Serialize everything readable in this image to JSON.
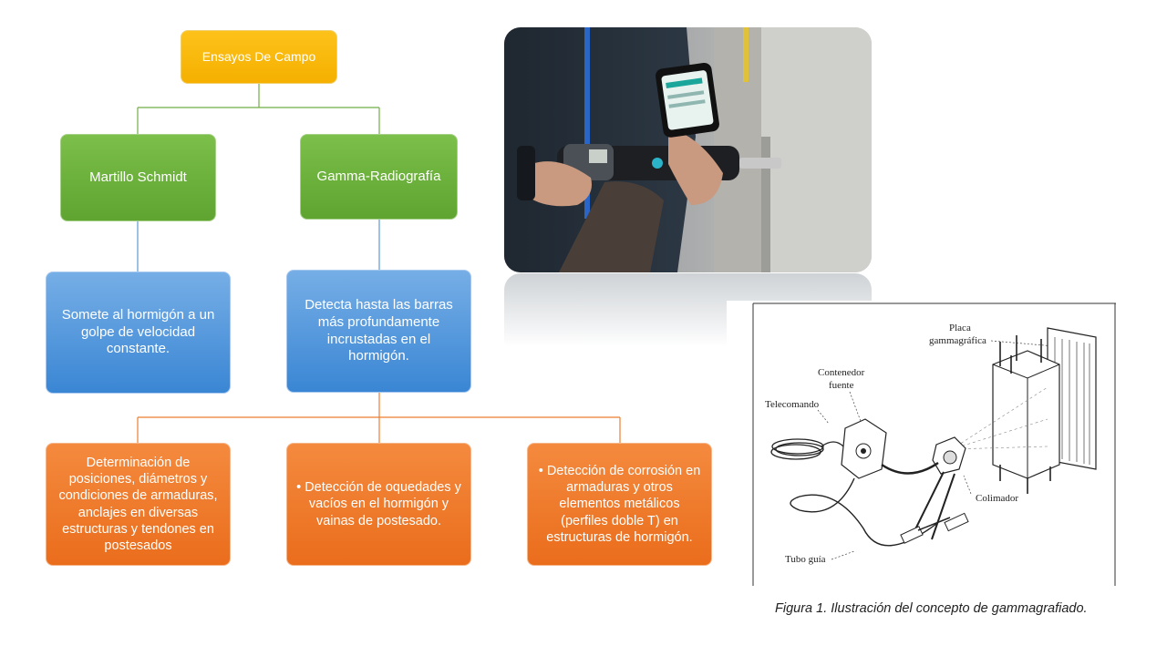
{
  "diagram": {
    "root": "Ensayos De Campo",
    "level2": [
      "Martillo Schmidt",
      "Gamma-Radiografía"
    ],
    "level3": [
      "Somete al hormigón a un golpe de velocidad constante.",
      "Detecta hasta las barras más profundamente incrustadas en el hormigón."
    ],
    "level4": [
      "Determinación de posiciones, diámetros y condiciones de armaduras, anclajes en diversas estructuras y tendones en postesados",
      "• Detección de oquedades y vacíos en el hormigón y vainas de postesado.",
      "• Detección de corrosión en armaduras y otros elementos metálicos (perfiles doble T) en estructuras de hormigón."
    ]
  },
  "colors": {
    "root": "#f7b500",
    "level2": "#6aad3a",
    "level3": "#4a90d9",
    "level4": "#ef7a2a",
    "connector_green": "#70ad47",
    "connector_blue": "#5b9bd5",
    "connector_orange": "#ed7d31"
  },
  "figure": {
    "labels": {
      "placa": "Placa",
      "placa2": "gammagráfica",
      "contenedor": "Contenedor",
      "contenedor2": "fuente",
      "telecomando": "Telecomando",
      "colimador": "Colimador",
      "tubo": "Tubo guía"
    },
    "caption": "Figura 1. Ilustración del concepto de gammagrafiado."
  },
  "photo": {
    "subject": "schmidt-hammer-photo"
  }
}
